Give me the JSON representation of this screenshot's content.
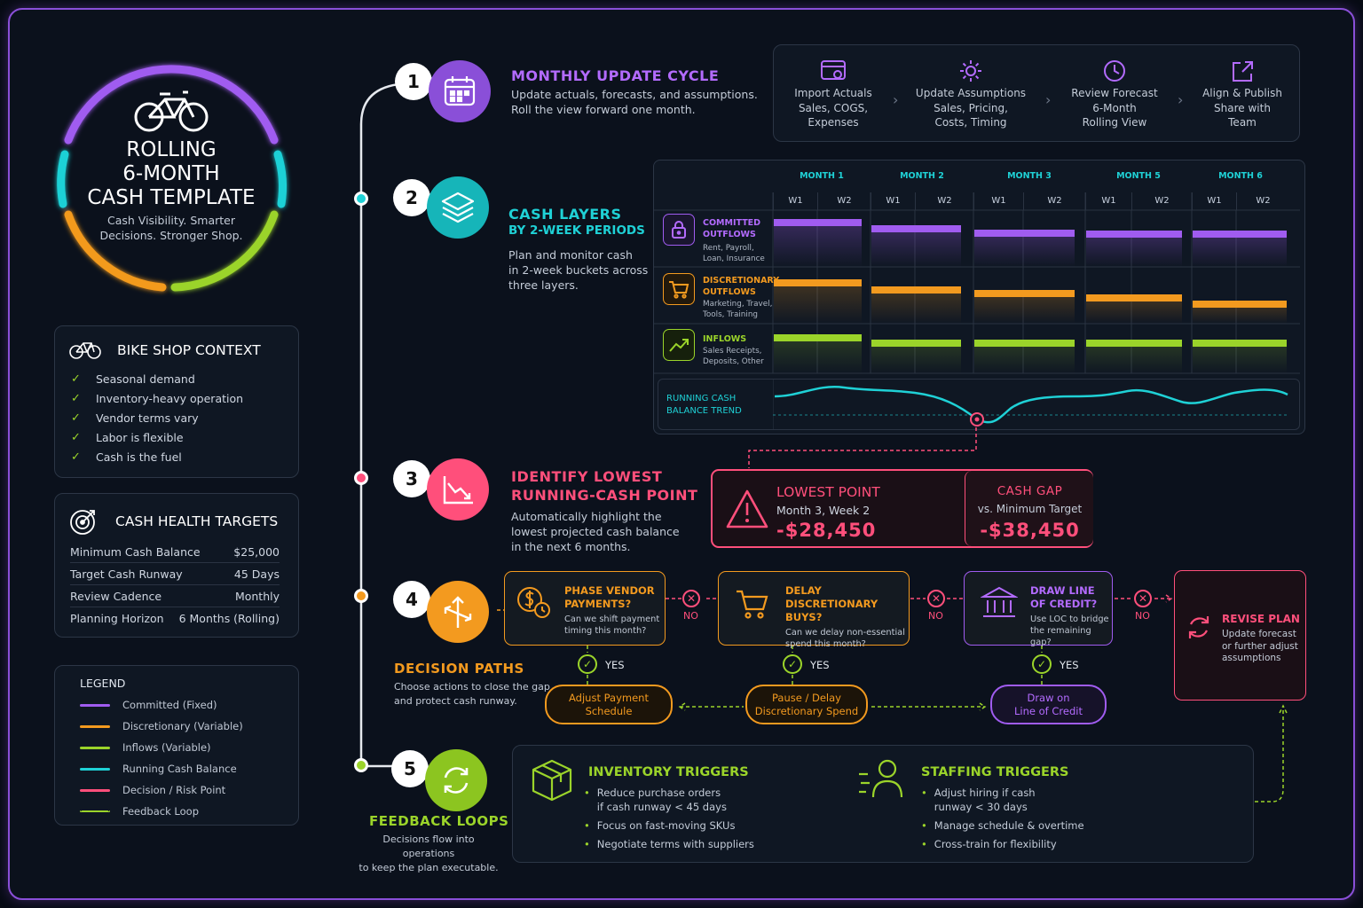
{
  "title": {
    "line1": "ROLLING",
    "line2": "6-MONTH",
    "line3": "CASH TEMPLATE",
    "tagline1": "Cash Visibility. Smarter",
    "tagline2": "Decisions. Stronger Shop."
  },
  "context": {
    "heading": "BIKE SHOP CONTEXT",
    "items": [
      "Seasonal demand",
      "Inventory-heavy operation",
      "Vendor terms vary",
      "Labor is flexible",
      "Cash is the fuel"
    ]
  },
  "targets": {
    "heading": "CASH HEALTH TARGETS",
    "rows": [
      {
        "label": "Minimum Cash Balance",
        "value": "$25,000"
      },
      {
        "label": "Target Cash Runway",
        "value": "45 Days"
      },
      {
        "label": "Review Cadence",
        "value": "Monthly"
      },
      {
        "label": "Planning Horizon",
        "value": "6 Months (Rolling)"
      }
    ]
  },
  "legend": {
    "heading": "LEGEND",
    "items": [
      {
        "label": "Committed (Fixed)",
        "color": "#a05cf0"
      },
      {
        "label": "Discretionary (Variable)",
        "color": "#f39a1f"
      },
      {
        "label": "Inflows (Variable)",
        "color": "#9bd42a"
      },
      {
        "label": "Running Cash Balance",
        "color": "#1fd1d6"
      },
      {
        "label": "Decision / Risk Point",
        "color": "#ff4f7b"
      },
      {
        "label": "Feedback Loop",
        "color": "#9bd42a"
      }
    ]
  },
  "steps": {
    "s1": {
      "num": "1",
      "title": "MONTHLY UPDATE CYCLE",
      "desc1": "Update actuals, forecasts, and assumptions.",
      "desc2": "Roll the view forward one month."
    },
    "s2": {
      "num": "2",
      "title": "CASH LAYERS",
      "title2": "BY 2-WEEK PERIODS",
      "desc1": "Plan and monitor cash",
      "desc2": "in 2-week buckets across",
      "desc3": "three layers."
    },
    "s3": {
      "num": "3",
      "title": "IDENTIFY LOWEST",
      "title2": "RUNNING-CASH POINT",
      "desc1": "Automatically highlight the",
      "desc2": "lowest projected cash balance",
      "desc3": "in the next 6 months."
    },
    "s4": {
      "num": "4",
      "title": "DECISION PATHS",
      "desc1": "Choose actions to close the gap",
      "desc2": "and protect cash runway."
    },
    "s5": {
      "num": "5",
      "title": "FEEDBACK LOOPS",
      "desc1": "Decisions flow into operations",
      "desc2": "to keep the plan executable."
    }
  },
  "cycle": [
    {
      "l1": "Import Actuals",
      "l2": "Sales, COGS,",
      "l3": "Expenses"
    },
    {
      "l1": "Update Assumptions",
      "l2": "Sales, Pricing,",
      "l3": "Costs, Timing"
    },
    {
      "l1": "Review Forecast",
      "l2": "6-Month",
      "l3": "Rolling View"
    },
    {
      "l1": "Align & Publish",
      "l2": "Share with",
      "l3": "Team"
    }
  ],
  "grid": {
    "months": [
      "MONTH 1",
      "MONTH 2",
      "MONTH 3",
      "MONTH 5",
      "MONTH 6"
    ],
    "week_labels": [
      "W1",
      "W2"
    ],
    "rows": [
      {
        "t1": "COMMITTED",
        "t2": "OUTFLOWS",
        "d1": "Rent, Payroll,",
        "d2": "Loan, Insurance"
      },
      {
        "t1": "DISCRETIONARY",
        "t2": "OUTFLOWS",
        "d1": "Marketing, Travel,",
        "d2": "Tools, Training"
      },
      {
        "t1": "INFLOWS",
        "t2": "",
        "d1": "Sales Receipts,",
        "d2": "Deposits, Other"
      }
    ],
    "trend_l1": "RUNNING CASH",
    "trend_l2": "BALANCE TREND"
  },
  "lowest": {
    "heading": "LOWEST POINT",
    "when": "Month 3, Week 2",
    "value": "-$28,450",
    "gap_heading": "CASH GAP",
    "gap_sub": "vs. Minimum Target",
    "gap_value": "-$38,450"
  },
  "decisions": {
    "d1": {
      "q1": "PHASE VENDOR",
      "q2": "PAYMENTS?",
      "d1": "Can we shift payment",
      "d2": "timing this month?",
      "action1": "Adjust Payment",
      "action2": "Schedule"
    },
    "d2": {
      "q1": "DELAY DISCRETIONARY",
      "q2": "BUYS?",
      "d1": "Can we delay non-essential",
      "d2": "spend this month?",
      "action1": "Pause / Delay",
      "action2": "Discretionary Spend"
    },
    "d3": {
      "q1": "DRAW LINE",
      "q2": "OF CREDIT?",
      "d1": "Use LOC to bridge",
      "d2": "the remaining gap?",
      "action1": "Draw on",
      "action2": "Line of Credit"
    },
    "no": "NO",
    "yes": "YES",
    "revise": {
      "title": "REVISE PLAN",
      "d1": "Update forecast",
      "d2": "or further adjust",
      "d3": "assumptions"
    }
  },
  "triggers": {
    "inventory": {
      "title": "INVENTORY TRIGGERS",
      "b1a": "Reduce purchase orders",
      "b1b": "if cash runway < 45 days",
      "b2": "Focus on fast-moving SKUs",
      "b3": "Negotiate terms with suppliers"
    },
    "staffing": {
      "title": "STAFFING TRIGGERS",
      "b1a": "Adjust hiring if cash",
      "b1b": "runway < 30 days",
      "b2": "Manage schedule & overtime",
      "b3": "Cross-train for flexibility"
    }
  },
  "chart_data": {
    "type": "line",
    "series": [
      {
        "name": "Committed (Fixed)",
        "values": []
      },
      {
        "name": "Running Cash Balance",
        "values": []
      }
    ]
  }
}
